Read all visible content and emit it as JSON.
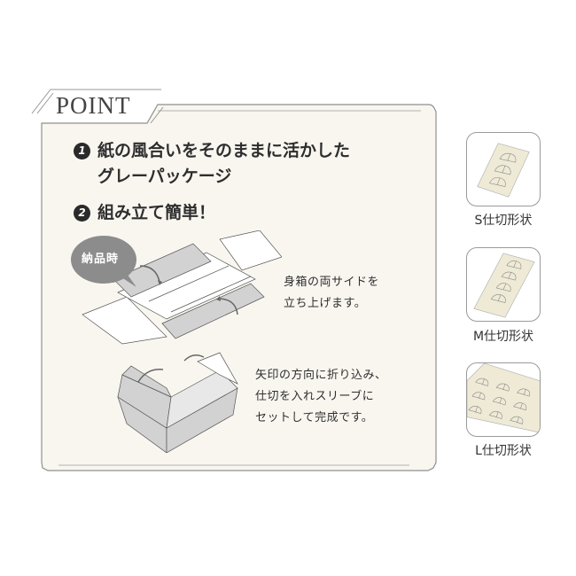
{
  "point_panel": {
    "title": "POINT",
    "points": [
      {
        "number": "1",
        "text": "紙の風合いをそのままに活かした\nグレーパッケージ"
      },
      {
        "number": "2",
        "text": "組み立て簡単！"
      }
    ],
    "badge_label": "納品時",
    "step1_description": "身箱の両サイドを\n立ち上げます。",
    "step2_description": "矢印の方向に折り込み、\n仕切を入れスリーブに\nセットして完成です。"
  },
  "divider_shapes": [
    {
      "label": "S仕切形状",
      "cells": 3
    },
    {
      "label": "M仕切形状",
      "cells": 4
    },
    {
      "label": "L仕切形状",
      "cells": 9
    }
  ],
  "colors": {
    "panel_background": "#f9f6f0",
    "panel_border": "#8a8a8a",
    "board_gray": "#d2d2d2",
    "badge_gray": "#8c8c8c",
    "divider_paper": "#eeead6",
    "number_circle": "#2a2a2a"
  }
}
